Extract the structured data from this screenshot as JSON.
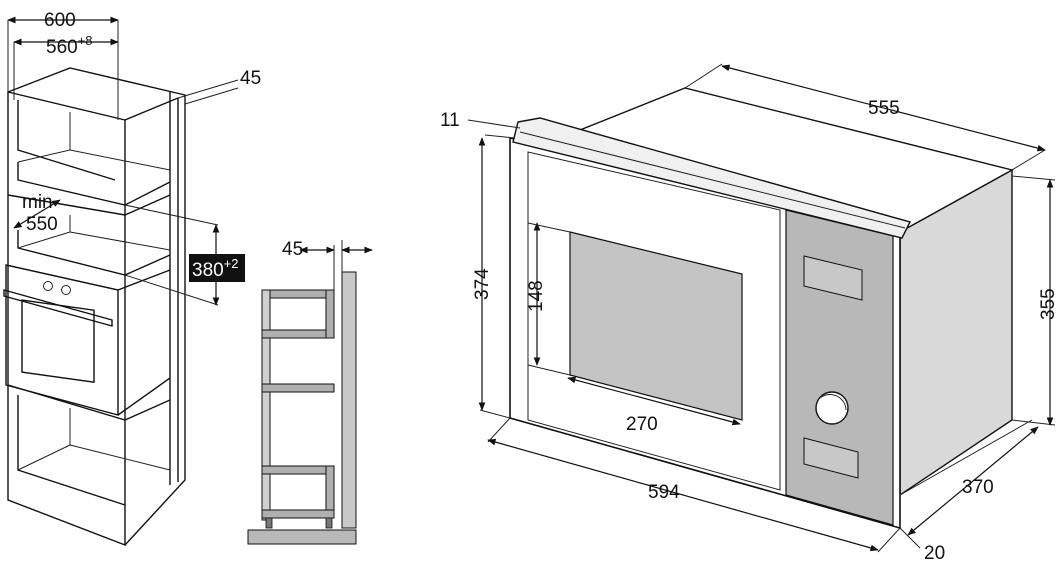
{
  "dimensions": {
    "cabinet_width": "600",
    "niche_width": "560",
    "niche_width_tol": "+8",
    "panel_depth": "45",
    "min_label": "min",
    "min_value": "550",
    "niche_height": "380",
    "niche_height_tol": "+2",
    "side_offset": "45",
    "top_trim": "11",
    "appliance_depth": "555",
    "front_height": "374",
    "window_height": "148",
    "window_width": "270",
    "front_width": "594",
    "body_height": "355",
    "body_width": "370",
    "bottom_offset": "20"
  },
  "colors": {
    "line": "#111111",
    "panel_grey": "#b8b8b8",
    "body_grey": "#d9d9d9",
    "window_grey": "#c4c4c4",
    "label_box": "#111111"
  }
}
